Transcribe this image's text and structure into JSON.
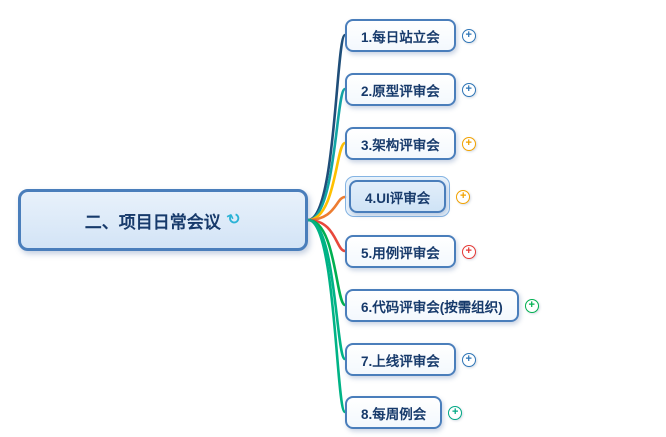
{
  "root": {
    "label": "二、项目日常会议",
    "icon_glyph": "↻",
    "icon_color": "#2bb3d6"
  },
  "children": [
    {
      "label": "1.每日站立会",
      "expand_glyph": "+",
      "expand_color": "#2e75b6",
      "branch_color": "#1f4e79",
      "selected": false
    },
    {
      "label": "2.原型评审会",
      "expand_glyph": "+",
      "expand_color": "#2e75b6",
      "branch_color": "#12a5a5",
      "selected": false
    },
    {
      "label": "3.架构评审会",
      "expand_glyph": "+",
      "expand_color": "#f2a200",
      "branch_color": "#ffc000",
      "selected": false
    },
    {
      "label": "4.UI评审会",
      "expand_glyph": "+",
      "expand_color": "#f2a200",
      "branch_color": "#ed7d31",
      "selected": true
    },
    {
      "label": "5.用例评审会",
      "expand_glyph": "+",
      "expand_color": "#e53935",
      "branch_color": "#e8483c",
      "selected": false
    },
    {
      "label": "6.代码评审会(按需组织)",
      "expand_glyph": "+",
      "expand_color": "#00b050",
      "branch_color": "#00b050",
      "selected": false
    },
    {
      "label": "7.上线评审会",
      "expand_glyph": "+",
      "expand_color": "#2e75b6",
      "branch_color": "#00b386",
      "selected": false
    },
    {
      "label": "8.每周例会",
      "expand_glyph": "+",
      "expand_color": "#00a884",
      "branch_color": "#00b386",
      "selected": false
    }
  ]
}
